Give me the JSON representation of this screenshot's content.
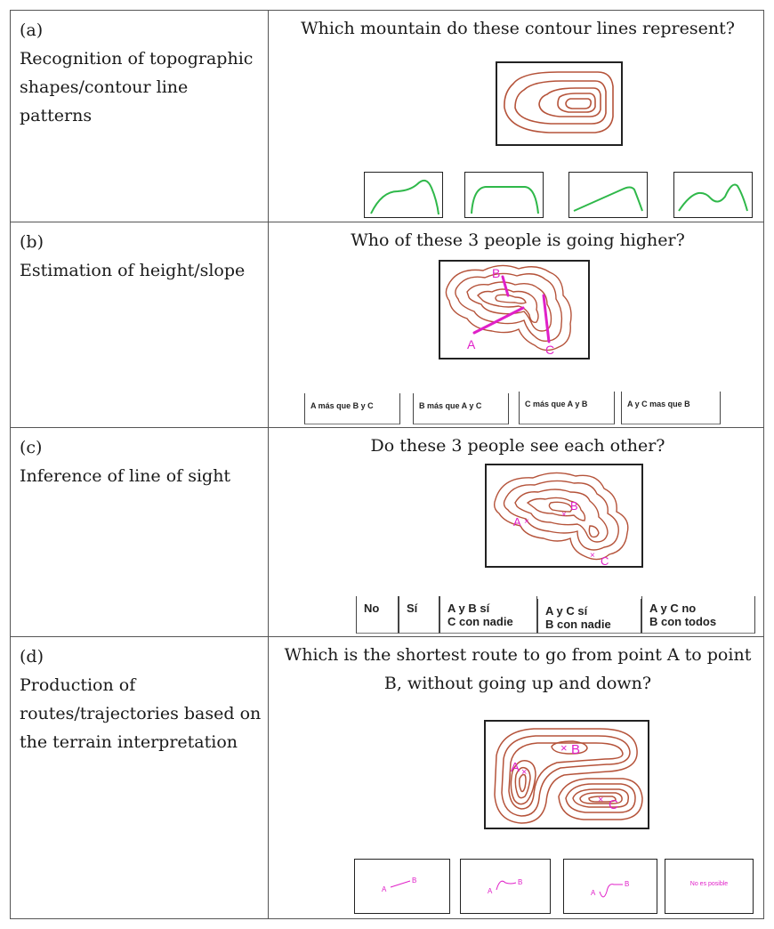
{
  "rows": [
    {
      "label": "(a)",
      "description_lines": [
        "Recognition of topographic",
        "shapes/contour line",
        "patterns"
      ],
      "question_lines": [
        "Which mountain do these contour lines represent?"
      ]
    },
    {
      "label": "(b)",
      "description_lines": [
        "Estimation of height/slope"
      ],
      "question_lines": [
        "Who of these 3 people is going higher?"
      ],
      "map_labels": [
        "A",
        "B",
        "C"
      ],
      "options": [
        "A más que B y C",
        "B más que A y C",
        "C más que A y B",
        "A y C mas que B"
      ]
    },
    {
      "label": "(c)",
      "description_lines": [
        "Inference of line of sight"
      ],
      "question_lines": [
        "Do these 3 people see each other?"
      ],
      "map_labels": [
        "A",
        "B",
        "C"
      ],
      "options": [
        {
          "line1": "No",
          "line2": ""
        },
        {
          "line1": "Sí",
          "line2": ""
        },
        {
          "line1": "A y B sí",
          "line2": "C con nadie"
        },
        {
          "line1": "A y C sí",
          "line2": "B con nadie"
        },
        {
          "line1": "A y C no",
          "line2": "B con todos"
        }
      ]
    },
    {
      "label": "(d)",
      "description_lines": [
        "Production of",
        "routes/trajectories based on",
        "the terrain interpretation"
      ],
      "question_lines": [
        "Which is the shortest route to go from point A to point",
        "B, without going up and down?"
      ],
      "map_labels": [
        "A",
        "B",
        "C"
      ],
      "route_labels": [
        {
          "a": "A",
          "b": "B"
        },
        {
          "a": "A",
          "b": "B"
        },
        {
          "a": "A",
          "b": "B"
        }
      ],
      "route_no_option": "No es posible"
    }
  ],
  "colors": {
    "contour": "#b5533a",
    "profile": "#2fb84a",
    "marker": "#e020c8",
    "border": "#555555"
  }
}
